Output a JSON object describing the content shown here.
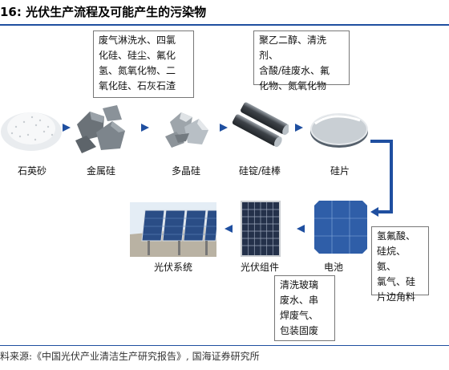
{
  "title": "16:  光伏生产流程及可能产生的污染物",
  "pollutant_boxes": {
    "box1": "废气淋洗水、四氯\n化硅、硅尘、氟化\n氢、氮氧化物、二\n氧化硅、石灰石渣",
    "box2": "聚乙二醇、清洗剂、\n含酸/硅废水、氟\n化物、氮氧化物",
    "box3": "氢氟酸、\n硅烷、氨、\n氯气、硅\n片边角料",
    "box4": "清洗玻璃\n废水、串\n焊废气、\n包装固废"
  },
  "stages": {
    "quartz_sand": "石英砂",
    "metal_silicon": "金属硅",
    "polysilicon": "多晶硅",
    "ingot_rod": "硅锭/硅棒",
    "wafer": "硅片",
    "cell": "电池",
    "module": "光伏组件",
    "system": "光伏系统"
  },
  "source": "料来源:《中国光伏产业清洁生产研究报告》, 国海证券研究所",
  "colors": {
    "arrow": "#1f4fa0",
    "rule": "#1f4fa0"
  }
}
